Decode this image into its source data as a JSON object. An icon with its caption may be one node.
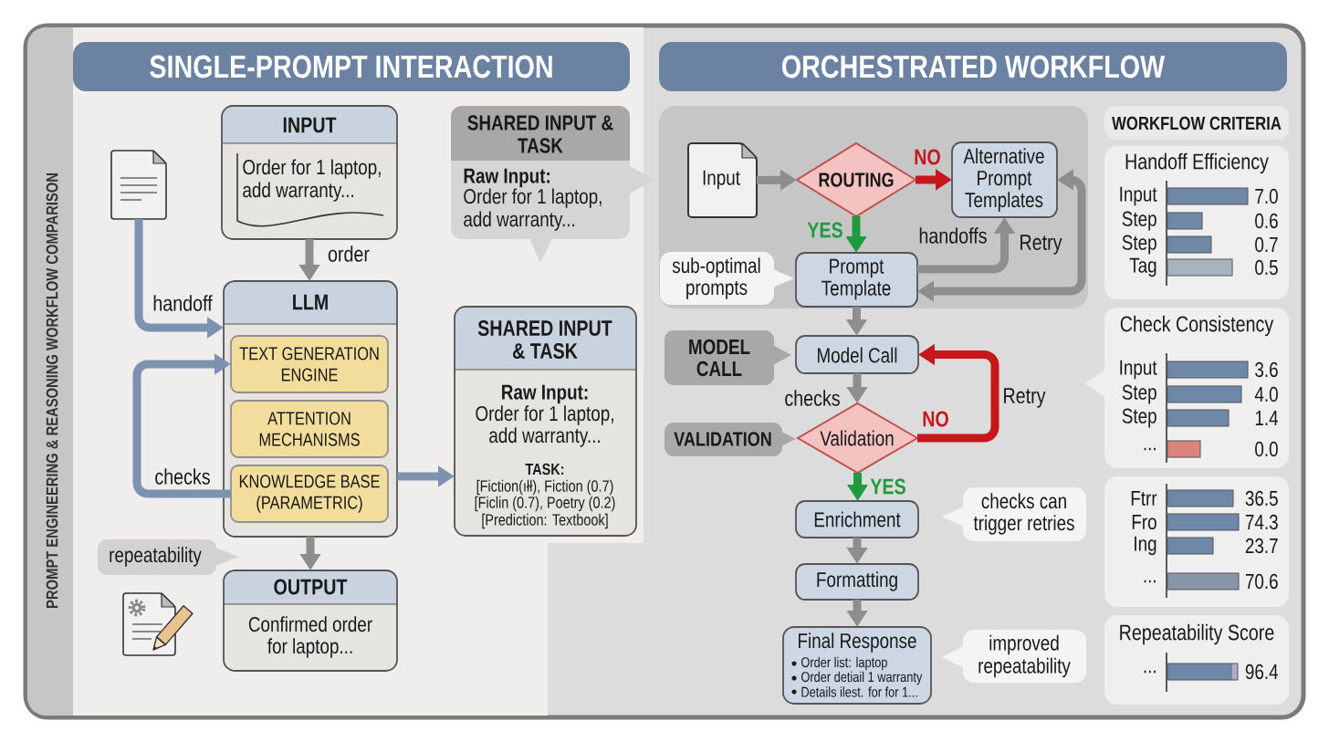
{
  "diagram": {
    "title": "PROMPT ENGINEERING & REASONING WORKFLOW COMPARISON",
    "nodes": [
      {
        "text": [
          "SINGLE-PROMPT INTERACTION"
        ]
      },
      {
        "text": [],
        "shape": "picture"
      },
      {
        "text": [
          "INPUT",
          "Order for 1 laptop, add warranty..."
        ]
      },
      {
        "text": [
          "SHARED INPUT & TASK",
          "Raw Input:",
          "Order for 1 laptop, add warranty..."
        ]
      },
      {
        "text": [
          "LLM"
        ]
      },
      {
        "text": [
          "TEXT GENERATION ENGINE"
        ],
        "in": 4
      },
      {
        "text": [
          "ATTENTION MECHANISMS"
        ],
        "in": 4
      },
      {
        "text": [
          "KNOWLEDGE BASE (PARAMETRIC)"
        ],
        "in": 4
      },
      {
        "text": [
          "SHARED INPUT & TASK",
          "Raw Input:",
          "Order for 1 laptop, add warranty...",
          "TASK:",
          "[Fiction(ıłł), Fiction (0.7)",
          "[Ficlin (0.7), Poetry (0.2)",
          "[Prediction: Textbook]"
        ]
      },
      {
        "text": [
          "repeatability"
        ]
      },
      {
        "text": [
          "OUTPUT",
          "Confirmed order for laptop..."
        ]
      },
      {
        "text": [
          "ORCHESTRATED WORKFLOW"
        ]
      },
      {
        "text": [
          "Input"
        ]
      },
      {
        "text": [
          "ROUTING"
        ]
      },
      {
        "text": [
          "Alternative Prompt Templates"
        ]
      },
      {
        "text": [
          "WORKFLOW CRITERIA"
        ]
      },
      {
        "text": [
          "Handoff Efficiency",
          "Input",
          "7.0",
          "Step",
          "0.6",
          "Step",
          "0.7",
          "Tag",
          "0.5"
        ]
      },
      {
        "text": [
          "sub-optimal prompts"
        ]
      },
      {
        "text": [
          "Prompt Template"
        ]
      },
      {
        "text": [
          "MODEL CALL"
        ]
      },
      {
        "text": [
          "Model Call"
        ]
      },
      {
        "text": [
          "Check Consistency",
          "Input",
          "3.6",
          "Step",
          "4.0",
          "Step",
          "1.4",
          "...",
          "0.0"
        ]
      },
      {
        "text": [
          "VALIDATION"
        ]
      },
      {
        "text": [
          "Validation"
        ]
      },
      {
        "text": [
          "Enrichment"
        ]
      },
      {
        "text": [
          "checks can trigger retries"
        ]
      },
      {
        "text": [
          "Ftrr",
          "36.5",
          "Fro",
          "74.3",
          "Ing",
          "23.7",
          "...",
          "70.6"
        ]
      },
      {
        "text": [
          "Formatting"
        ]
      },
      {
        "text": [
          "Final Response",
          "Order list: laptop",
          "Order detiail 1 warranty",
          "Details ilest. for for 1..."
        ]
      },
      {
        "text": [
          "improved repeatability"
        ]
      },
      {
        "text": [
          "Repeatability Score",
          "...",
          "96.4"
        ]
      }
    ],
    "edges": [
      {
        "from": 1,
        "to": 4,
        "arrow": "to",
        "label": "handoff",
        "color": "#7d92b1"
      },
      {
        "from": 2,
        "to": 4,
        "arrow": "to",
        "label": "order"
      },
      {
        "from": 7,
        "to": 5,
        "arrow": "to",
        "label": "checks",
        "color": "#7d92b1"
      },
      {
        "from": 4,
        "to": 8,
        "arrow": "to",
        "color": "#7d92b1"
      },
      {
        "from": 4,
        "to": 10,
        "arrow": "to"
      },
      {
        "from": 12,
        "to": 13,
        "arrow": "to"
      },
      {
        "from": 13,
        "to": 14,
        "arrow": "to",
        "label": "NO",
        "color": "#c8161d"
      },
      {
        "from": 13,
        "to": 18,
        "arrow": "to",
        "label": "YES",
        "color": "#1f9a3f"
      },
      {
        "from": 18,
        "to": 14,
        "arrow": "to",
        "label": "handoffs"
      },
      {
        "from": 14,
        "to": 18,
        "arrow": "both",
        "label": "Retry"
      },
      {
        "from": 18,
        "to": 20,
        "arrow": "to"
      },
      {
        "from": 20,
        "to": 23,
        "arrow": "to",
        "label": "checks"
      },
      {
        "from": 23,
        "to": 20,
        "arrow": "to",
        "label": "NO",
        "color": "#c8161d"
      },
      {
        "from": 23,
        "to": 24,
        "arrow": "to",
        "label": "YES",
        "color": "#1f9a3f"
      },
      {
        "from": 24,
        "to": 27,
        "arrow": "to"
      },
      {
        "from": 27,
        "to": 28,
        "arrow": "to"
      }
    ],
    "labels": [
      "Retry"
    ]
  }
}
